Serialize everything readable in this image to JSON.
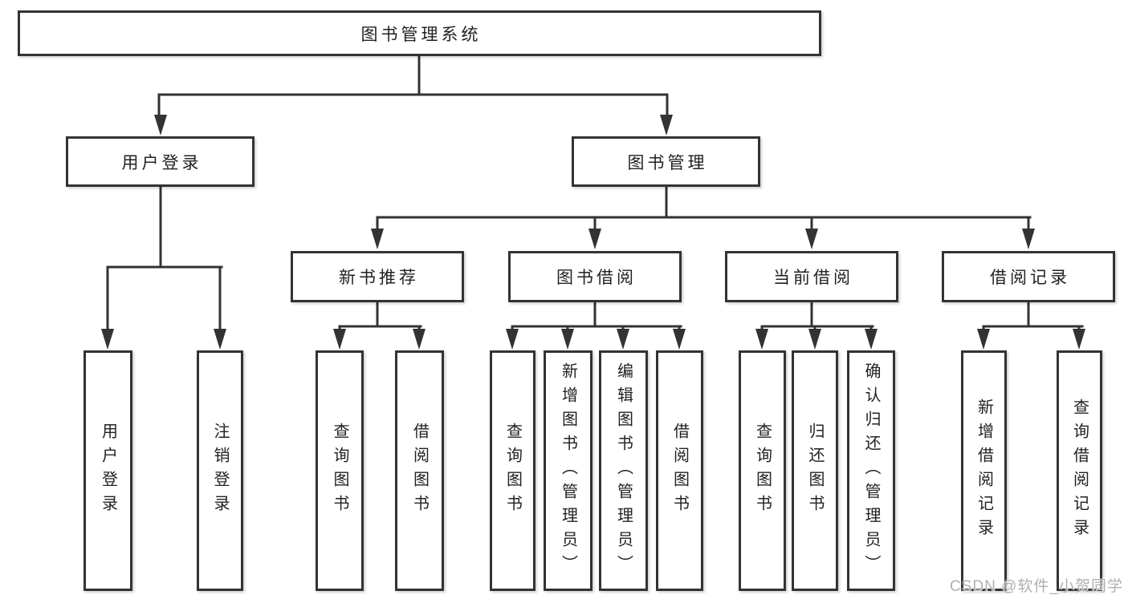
{
  "diagram": {
    "title": "图书管理系统",
    "root": {
      "label": "图书管理系统"
    },
    "level2": [
      {
        "id": "user-login",
        "label": "用户登录"
      },
      {
        "id": "book-management",
        "label": "图书管理"
      }
    ],
    "level3": [
      {
        "id": "new-book-recommend",
        "label": "新书推荐"
      },
      {
        "id": "book-borrow",
        "label": "图书借阅"
      },
      {
        "id": "current-borrow",
        "label": "当前借阅"
      },
      {
        "id": "borrow-records",
        "label": "借阅记录"
      }
    ],
    "leaves": [
      {
        "parent": "user-login",
        "label": "用户登录"
      },
      {
        "parent": "user-login",
        "label": "注销登录"
      },
      {
        "parent": "new-book-recommend",
        "label": "查询图书"
      },
      {
        "parent": "new-book-recommend",
        "label": "借阅图书"
      },
      {
        "parent": "book-borrow",
        "label": "查询图书"
      },
      {
        "parent": "book-borrow",
        "label": "新增图书（管理员）"
      },
      {
        "parent": "book-borrow",
        "label": "编辑图书（管理员）"
      },
      {
        "parent": "book-borrow",
        "label": "借阅图书"
      },
      {
        "parent": "current-borrow",
        "label": "查询图书"
      },
      {
        "parent": "current-borrow",
        "label": "归还图书"
      },
      {
        "parent": "current-borrow",
        "label": "确认归还（管理员）"
      },
      {
        "parent": "borrow-records",
        "label": "新增借阅记录"
      },
      {
        "parent": "borrow-records",
        "label": "查询借阅记录"
      }
    ],
    "colors": {
      "line": "#333333",
      "text": "#222222",
      "background": "#ffffff",
      "watermark": "#b0b0b0"
    }
  },
  "watermark": {
    "text": "CSDN @软件_小贺同学"
  }
}
